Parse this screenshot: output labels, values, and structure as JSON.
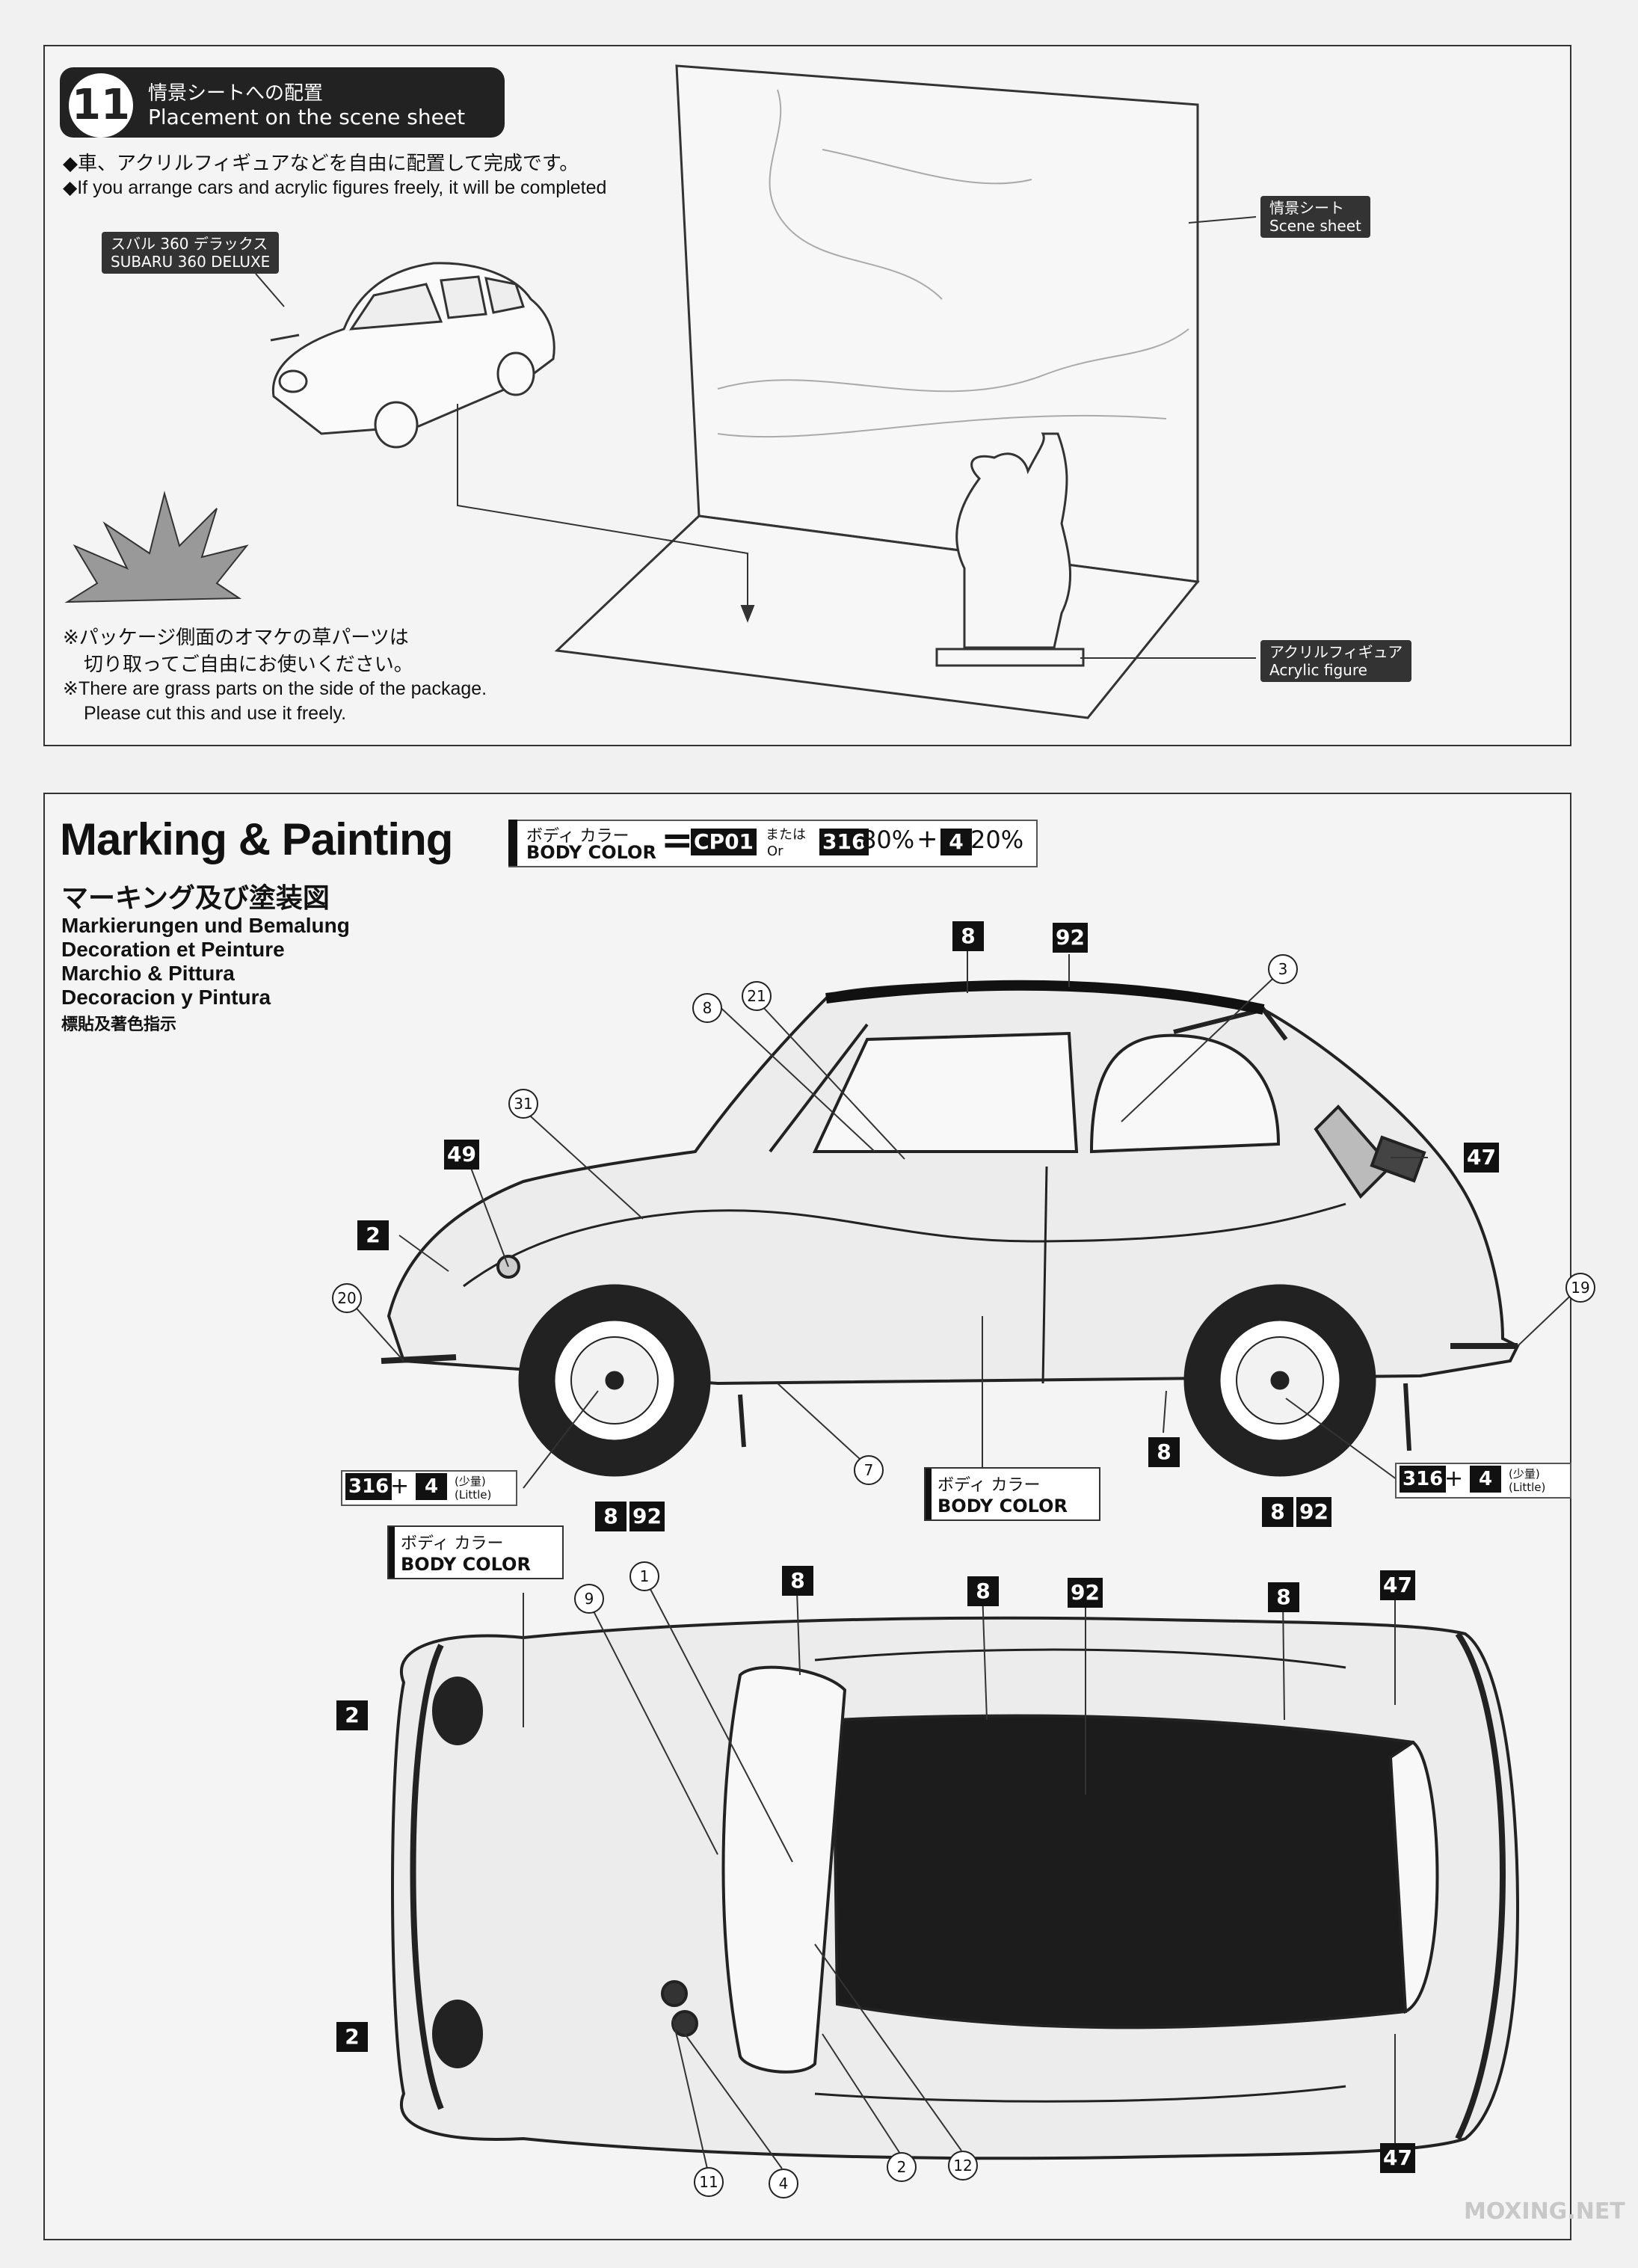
{
  "step": {
    "number": "11",
    "title_jp": "情景シートへの配置",
    "title_en": "Placement on the scene sheet",
    "instruction_jp": "◆車、アクリルフィギュアなどを自由に配置して完成です。",
    "instruction_en": "◆If you arrange cars and acrylic figures freely, it will be completed",
    "car_label_jp": "スバル 360 デラックス",
    "car_label_en": "SUBARU 360 DELUXE",
    "scene_sheet_jp": "情景シート",
    "scene_sheet_en": "Scene sheet",
    "figure_jp": "アクリルフィギュア",
    "figure_en": "Acrylic figure",
    "note_jp_1": "※パッケージ側面のオマケの草パーツは",
    "note_jp_2": "切り取ってご自由にお使いください。",
    "note_en_1": "※There are grass parts on the side of the package.",
    "note_en_2": "Please cut this and use it freely."
  },
  "marking": {
    "title": "Marking & Painting",
    "title_jp": "マーキング及び塗装図",
    "title_de": "Markierungen und Bemalung",
    "title_fr": "Decoration et Peinture",
    "title_it": "Marchio & Pittura",
    "title_es": "Decoracion y Pintura",
    "title_zh": "標貼及著色指示",
    "body_color_jp": "ボディ カラー",
    "body_color_en": "BODY COLOR",
    "equals": "=",
    "cp_code": "CP01",
    "or_jp": "または",
    "or_en": "Or",
    "mix_a_code": "316",
    "mix_a_pct": "80%",
    "plus": "+",
    "mix_b_code": "4",
    "mix_b_pct": "20%",
    "little_jp": "(少量)",
    "little_en": "(Little)"
  },
  "callouts": {
    "c8": "8",
    "c92": "92",
    "c3": "3",
    "c21": "21",
    "c31": "31",
    "c49": "49",
    "c2": "2",
    "c20": "20",
    "c7": "7",
    "c47": "47",
    "c19": "19",
    "c1": "1",
    "c9": "9",
    "c4": "4",
    "c11": "11",
    "c12": "12"
  },
  "watermark": "MOXING.NET"
}
